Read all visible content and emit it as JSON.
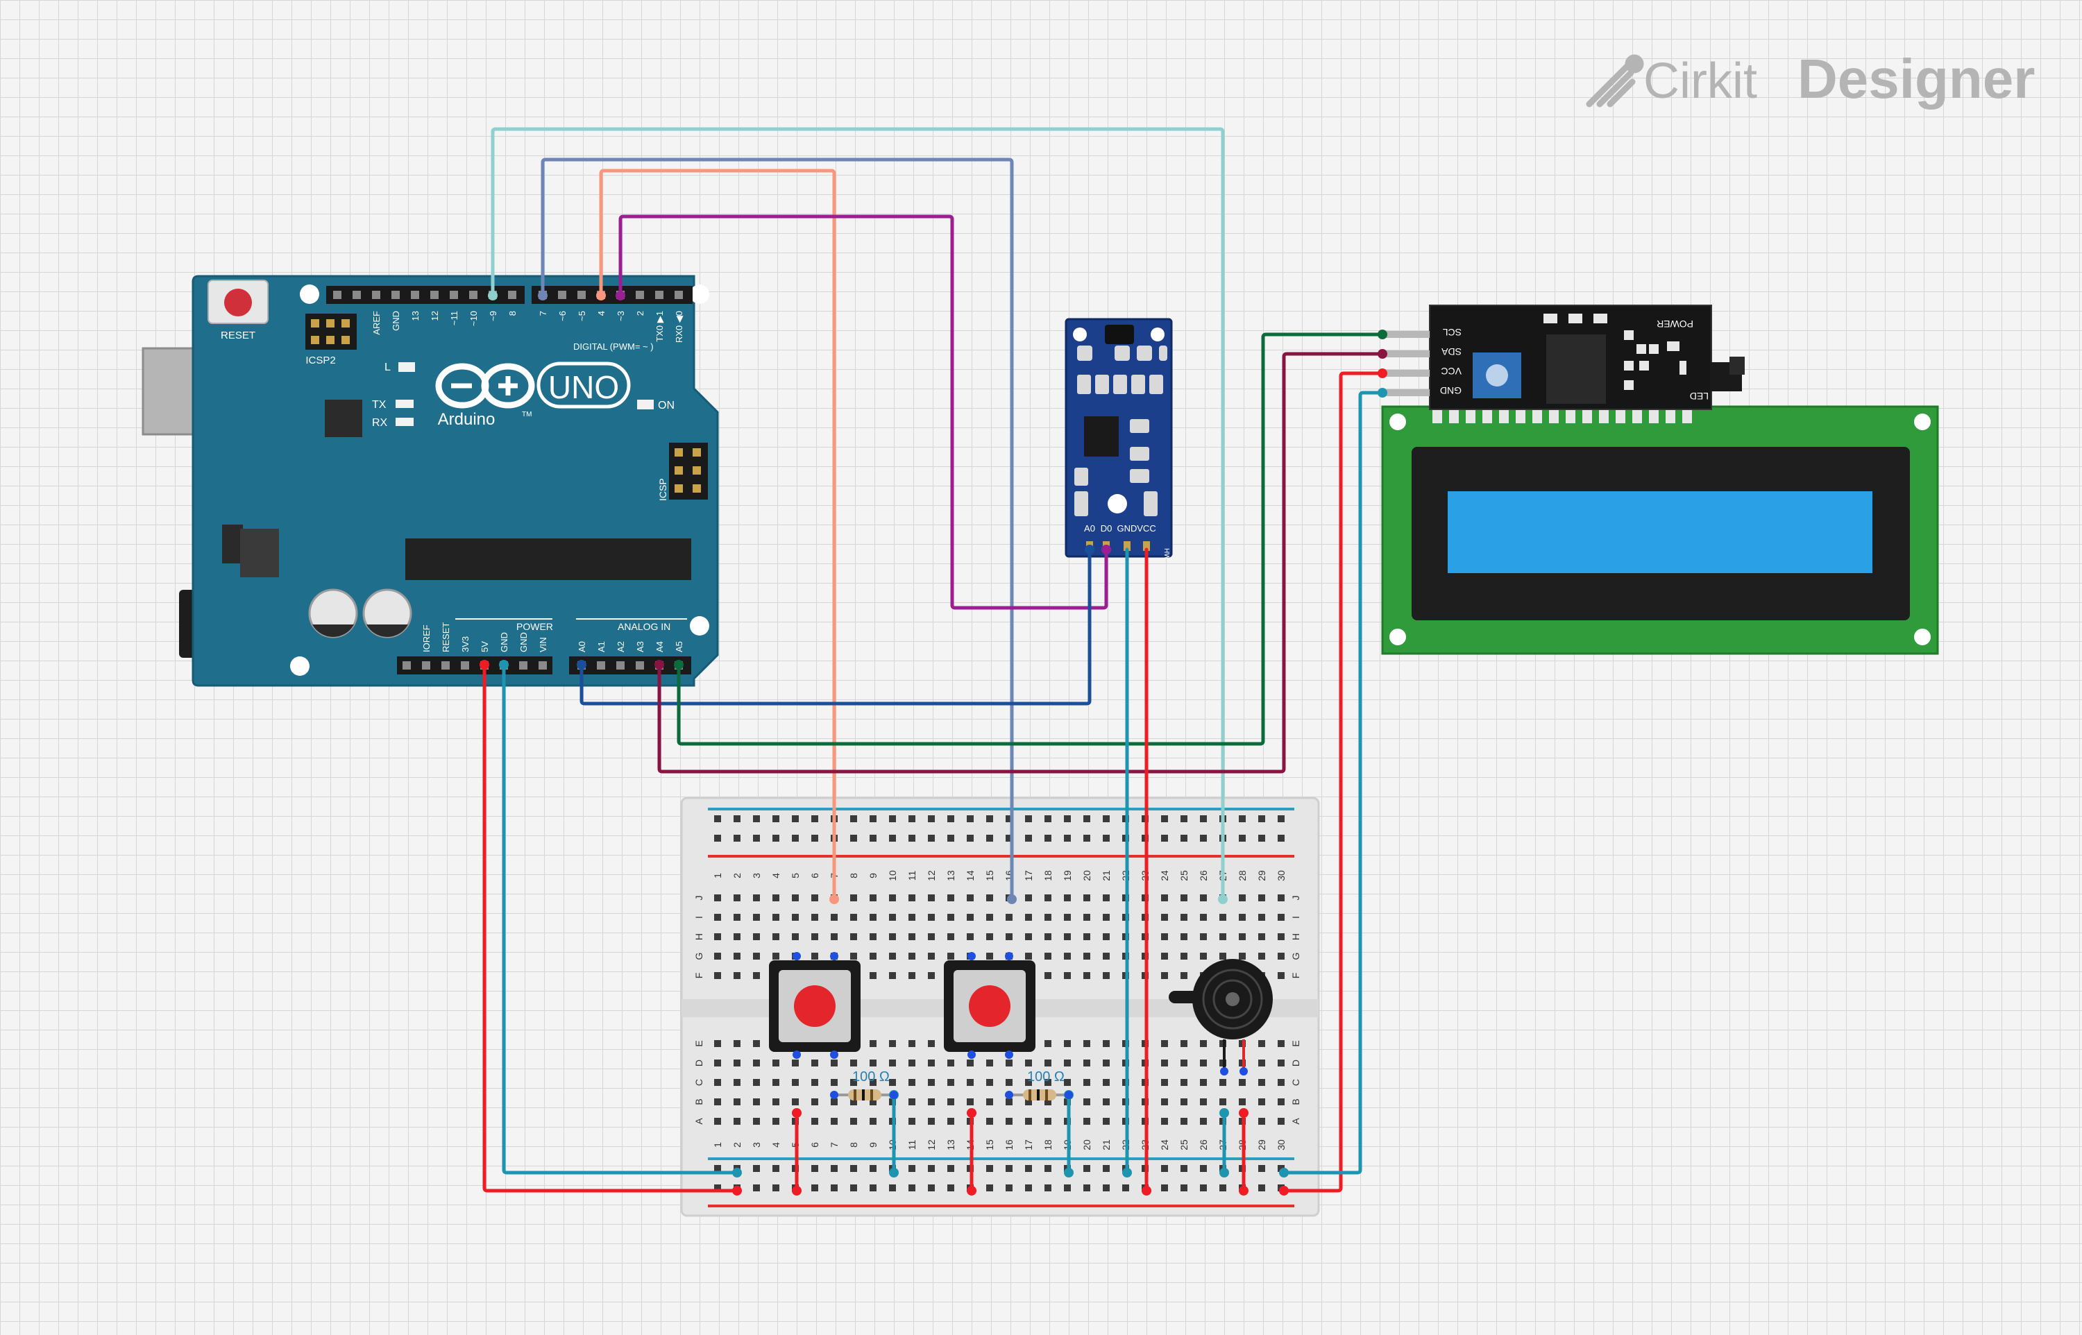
{
  "brand": {
    "name_light": "Cirkit",
    "name_bold": "Designer"
  },
  "colors": {
    "board": "#1f6e8c",
    "wire_red": "#ef1c24",
    "wire_teal": "#1d95b1",
    "wire_salmon": "#f9967b",
    "wire_slate": "#6d86b6",
    "wire_purple": "#9b1f93",
    "wire_lightteal": "#8fd0cf",
    "wire_navy": "#1a4f9c",
    "wire_green": "#0c6b3a",
    "wire_maroon": "#8a1441",
    "lcd_pcb": "#2f9b3b",
    "lcd_screen": "#2aa0e6"
  },
  "arduino": {
    "reset": "RESET",
    "icsp2": "ICSP2",
    "icsp": "ICSP",
    "logo": "UNO",
    "brand": "Arduino",
    "tm": "TM",
    "digital": "DIGITAL (PWM= ~ )",
    "on": "ON",
    "led_l": "L",
    "led_tx": "TX",
    "led_rx": "RX",
    "power": "POWER",
    "analog": "ANALOG IN",
    "top_pins": [
      "AREF",
      "GND",
      "13",
      "12",
      "~11",
      "~10",
      "~9",
      "8",
      "7",
      "~6",
      "~5",
      "4",
      "~3",
      "2",
      "TX0 ▶1",
      "RX0 ◀0"
    ],
    "power_pins": [
      "IOREF",
      "RESET",
      "3V3",
      "5V",
      "GND",
      "GND",
      "VIN"
    ],
    "analog_pins": [
      "A0",
      "A1",
      "A2",
      "A3",
      "A4",
      "A5"
    ]
  },
  "sensor": {
    "pins": [
      "A0",
      "D0",
      "GND",
      "VCC"
    ],
    "tag": "HW"
  },
  "i2c": {
    "pins": [
      "SCL",
      "SDA",
      "VCC",
      "GND"
    ],
    "power": "POWER",
    "led": "LED"
  },
  "breadboard": {
    "columns": [
      "1",
      "2",
      "3",
      "4",
      "5",
      "6",
      "7",
      "8",
      "9",
      "10",
      "11",
      "12",
      "13",
      "14",
      "15",
      "16",
      "17",
      "18",
      "19",
      "20",
      "21",
      "22",
      "23",
      "24",
      "25",
      "26",
      "27",
      "28",
      "29",
      "30"
    ],
    "rows_top": [
      "J",
      "I",
      "H",
      "G",
      "F"
    ],
    "rows_bottom": [
      "E",
      "D",
      "C",
      "B",
      "A"
    ]
  },
  "resistors": [
    {
      "label": "100 Ω"
    },
    {
      "label": "100 Ω"
    }
  ]
}
